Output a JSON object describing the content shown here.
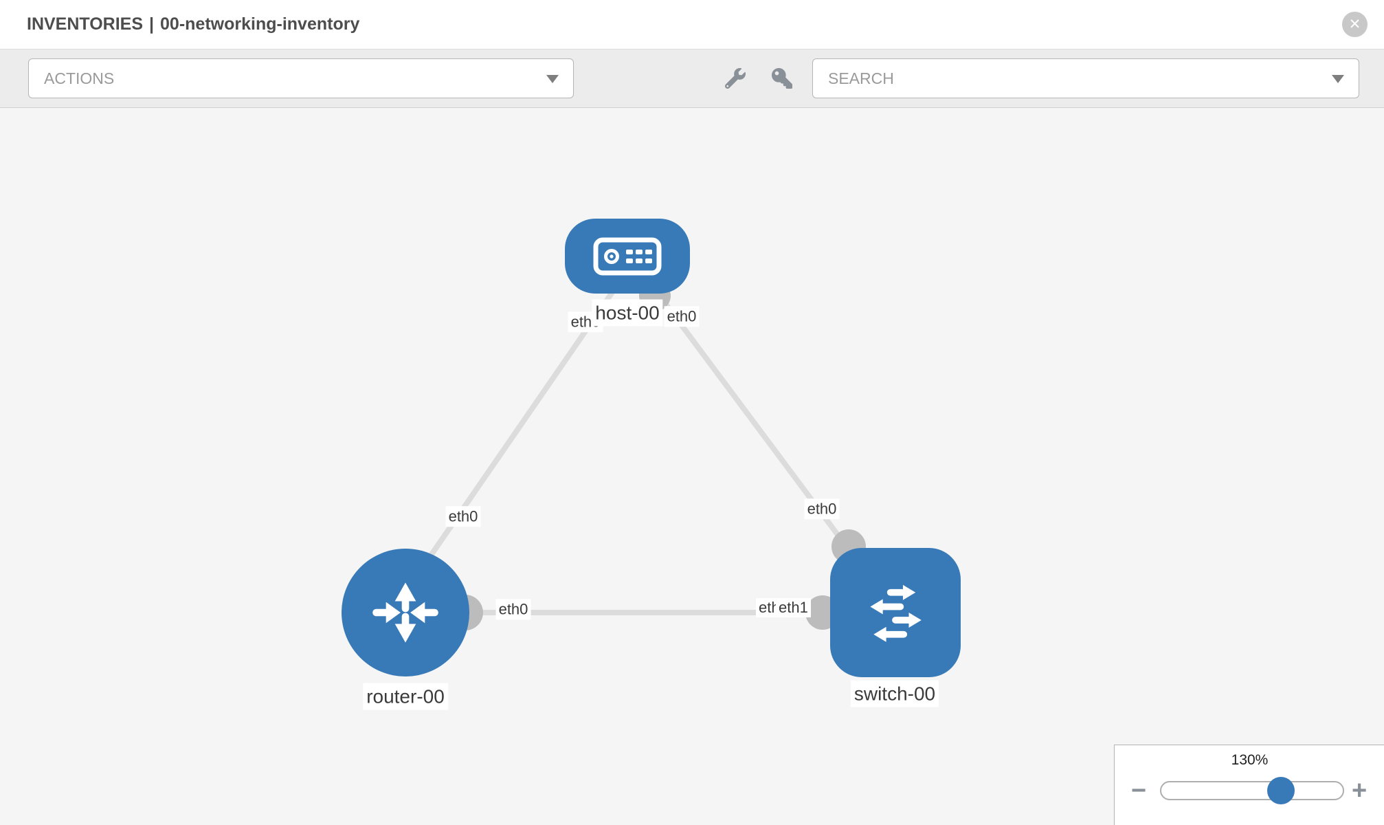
{
  "window": {
    "title_left": "INVENTORIES",
    "title_divider": "|",
    "title_right": "00-networking-inventory",
    "close_glyph": "✕"
  },
  "toolbar": {
    "actions_placeholder": "ACTIONS",
    "search_placeholder": "SEARCH",
    "icons": [
      "wrench-icon",
      "key-icon"
    ]
  },
  "topology": {
    "nodes": [
      {
        "id": "host-00",
        "type": "host",
        "label": "host-00",
        "interfaces": [
          "eth0"
        ]
      },
      {
        "id": "router-00",
        "type": "router",
        "label": "router-00",
        "interfaces": [
          "eth0"
        ]
      },
      {
        "id": "switch-00",
        "type": "switch",
        "label": "switch-00",
        "interfaces": [
          "eth0",
          "eth1"
        ]
      }
    ],
    "links": [
      {
        "source": "host-00",
        "source_if": "eth0",
        "target": "router-00",
        "target_if": "eth0"
      },
      {
        "source": "host-00",
        "source_if": "eth0",
        "target": "switch-00",
        "target_if": "eth0"
      },
      {
        "source": "router-00",
        "source_if": "eth0",
        "target": "switch-00",
        "target_if": "eth1"
      }
    ],
    "labels": {
      "host_name": "host-00",
      "router_name": "router-00",
      "switch_name": "switch-00",
      "host_if_left": "eth0",
      "host_if_right": "eth0",
      "link_host_router_mid": "eth0",
      "link_host_switch_mid": "eth0",
      "router_if_right": "eth0",
      "switch_if_back": "eth0",
      "switch_if_front": "eth1"
    }
  },
  "zoom": {
    "level": "130%",
    "minus_glyph": "−",
    "plus_glyph": "+"
  },
  "colors": {
    "node_blue": "#3879b7",
    "link_gray": "#dcdcdc",
    "connector_gray": "#bcbcbc",
    "canvas_bg": "#f5f5f5",
    "toolbar_bg": "#ececec"
  }
}
